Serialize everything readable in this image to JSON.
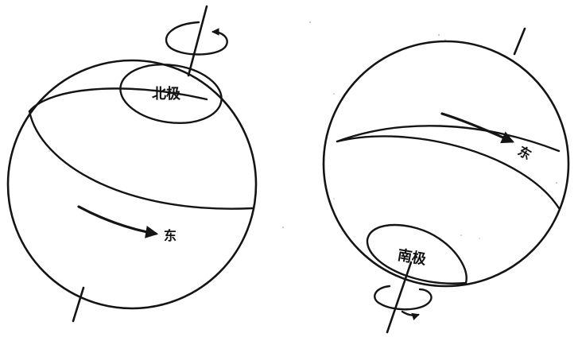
{
  "globes": [
    {
      "pole_label": "北极",
      "direction_label": "东"
    },
    {
      "pole_label": "南极",
      "direction_label": "东"
    }
  ],
  "colors": {
    "ink": "#141414",
    "background": "#ffffff"
  }
}
